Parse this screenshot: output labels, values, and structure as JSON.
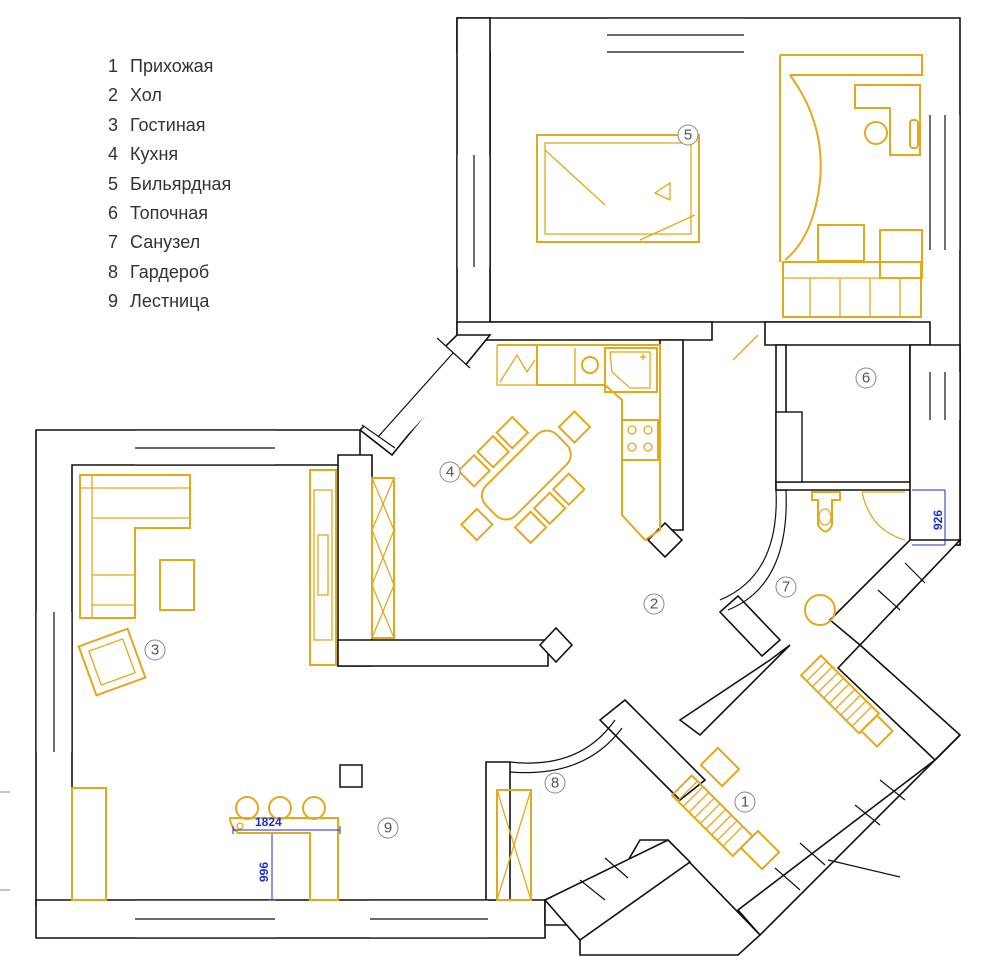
{
  "legend": [
    {
      "number": "1",
      "label": "Прихожая"
    },
    {
      "number": "2",
      "label": "Хол"
    },
    {
      "number": "3",
      "label": "Гостиная"
    },
    {
      "number": "4",
      "label": "Кухня"
    },
    {
      "number": "5",
      "label": "Бильярдная"
    },
    {
      "number": "6",
      "label": "Топочная"
    },
    {
      "number": "7",
      "label": "Санузел"
    },
    {
      "number": "8",
      "label": "Гардероб"
    },
    {
      "number": "9",
      "label": "Лестница"
    }
  ],
  "room_markers": [
    "1",
    "2",
    "3",
    "4",
    "5",
    "6",
    "7",
    "8",
    "9"
  ],
  "dimensions": {
    "counter_width": "1824",
    "counter_depth": "996",
    "bathroom_depth": "926"
  },
  "colors": {
    "wall": "#111111",
    "furniture": "#e3a91d",
    "dimension": "#1f2bd6"
  }
}
